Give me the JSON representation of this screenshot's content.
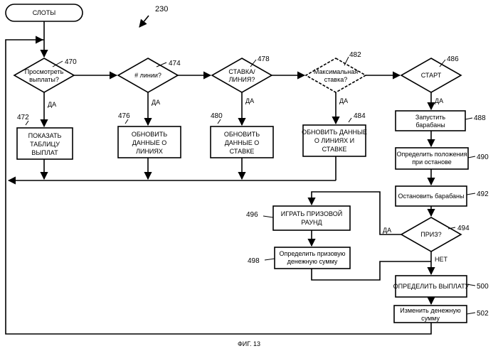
{
  "figure_number": "230",
  "caption": "ФИГ. 13",
  "start_label": "СЛОТЫ",
  "yes_label": "ДА",
  "no_label": "НЕТ",
  "decisions": [
    {
      "id": "470",
      "lines": [
        "Просмотреть",
        "выплаты?"
      ]
    },
    {
      "id": "474",
      "lines": [
        "# линии?"
      ]
    },
    {
      "id": "478",
      "lines": [
        "СТАВКА/",
        "ЛИНИЯ?"
      ]
    },
    {
      "id": "482",
      "lines": [
        "Максимальная",
        "ставка?"
      ]
    },
    {
      "id": "486",
      "lines": [
        "СТАРТ"
      ]
    },
    {
      "id": "494",
      "lines": [
        "ПРИЗ?"
      ]
    }
  ],
  "processes": [
    {
      "id": "472",
      "lines": [
        "ПОКАЗАТЬ",
        "ТАБЛИЦУ",
        "ВЫПЛАТ"
      ]
    },
    {
      "id": "476",
      "lines": [
        "ОБНОВИТЬ",
        "ДАННЫЕ О",
        "ЛИНИЯХ"
      ]
    },
    {
      "id": "480",
      "lines": [
        "ОБНОВИТЬ",
        "ДАННЫЕ О",
        "СТАВКЕ"
      ]
    },
    {
      "id": "484",
      "lines": [
        "ОБНОВИТЬ ДАННЫЕ",
        "О ЛИНИЯХ И",
        "СТАВКЕ"
      ]
    },
    {
      "id": "488",
      "lines": [
        "Запустить",
        "барабаны"
      ]
    },
    {
      "id": "490",
      "lines": [
        "Определить положения",
        "при останове"
      ]
    },
    {
      "id": "492",
      "lines": [
        "Остановить барабаны"
      ]
    },
    {
      "id": "496",
      "lines": [
        "ИГРАТЬ ПРИЗОВОЙ",
        "РАУНД"
      ]
    },
    {
      "id": "498",
      "lines": [
        "Определить призовую",
        "денежную сумму"
      ]
    },
    {
      "id": "500",
      "lines": [
        "ОПРЕДЕЛИТЬ ВЫПЛАТУ"
      ]
    },
    {
      "id": "502",
      "lines": [
        "Изменить денежную",
        "сумму"
      ]
    }
  ]
}
